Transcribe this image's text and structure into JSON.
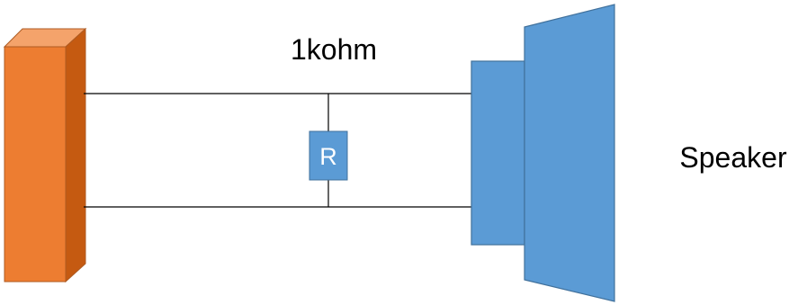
{
  "labels": {
    "resistance": "1kohm",
    "resistor": "R",
    "speaker": "Speaker"
  },
  "colors": {
    "source_front": "#ed7d31",
    "source_top": "#f4a36b",
    "source_side": "#c55a11",
    "source_outline": "#ae5a21",
    "speaker_fill": "#5b9bd5",
    "speaker_outline": "#41719c",
    "resistor_fill": "#5b9bd5",
    "resistor_text": "#ffffff",
    "wire": "#000000",
    "text": "#000000"
  }
}
